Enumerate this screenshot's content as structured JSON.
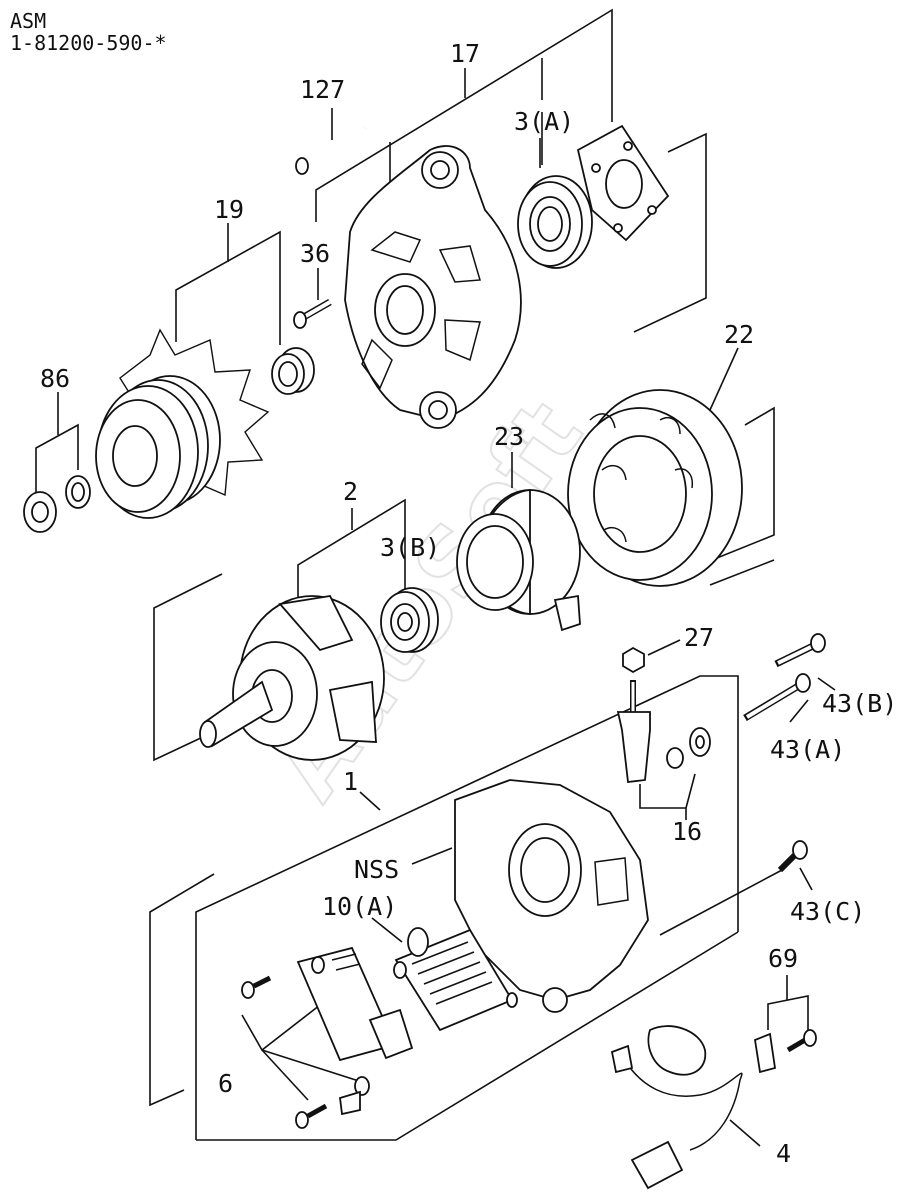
{
  "header": {
    "line1": "ASM",
    "line2": "1-81200-590-*"
  },
  "watermark": "AutoSoft",
  "callouts": {
    "c127": "127",
    "c17": "17",
    "c3a": "3(A)",
    "c19": "19",
    "c36": "36",
    "c86": "86",
    "c22": "22",
    "c23": "23",
    "c2": "2",
    "c3b": "3(B)",
    "c27": "27",
    "c43b": "43(B)",
    "c43a": "43(A)",
    "c1": "1",
    "c16": "16",
    "cnss": "NSS",
    "c10a": "10(A)",
    "c43c": "43(C)",
    "c69": "69",
    "c6": "6",
    "c4": "4"
  }
}
